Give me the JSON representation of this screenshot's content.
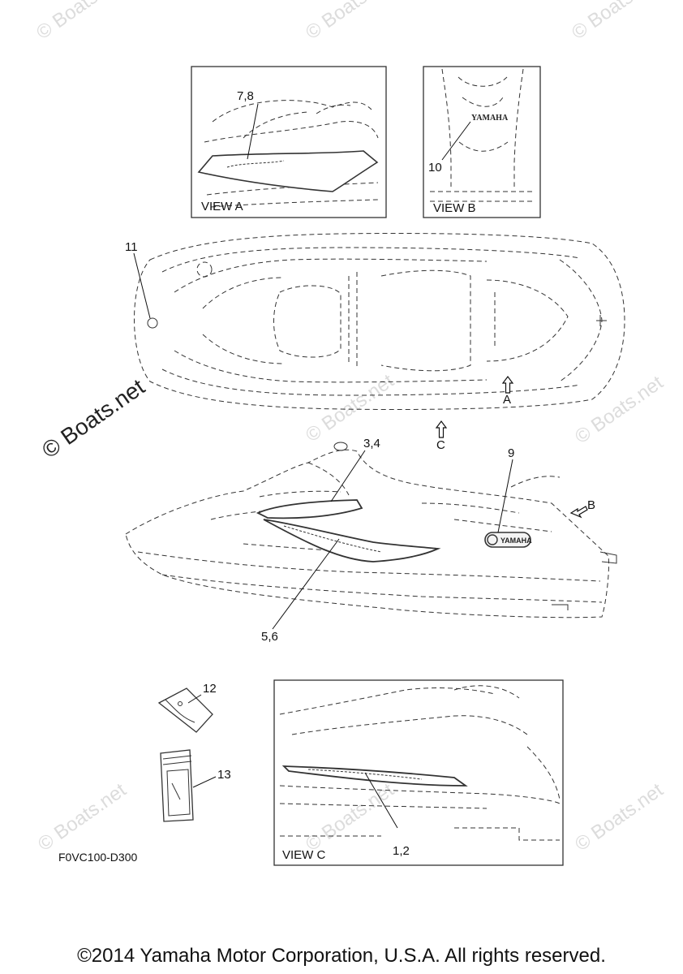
{
  "watermark": "© Boats.net",
  "views": {
    "a": "VIEW A",
    "b": "VIEW B",
    "c": "VIEW C"
  },
  "callouts": {
    "p78": "7,8",
    "p10": "10",
    "p11": "11",
    "p34": "3,4",
    "p9": "9",
    "p56": "5,6",
    "p12": "12",
    "p13": "13",
    "p12c": "1,2",
    "arrowA": "A",
    "arrowB": "B",
    "arrowC": "C"
  },
  "badge_text": "YAMAHA",
  "diagram_code": "F0VC100-D300",
  "copyright": "©2014 Yamaha Motor Corporation, U.S.A. All rights reserved."
}
